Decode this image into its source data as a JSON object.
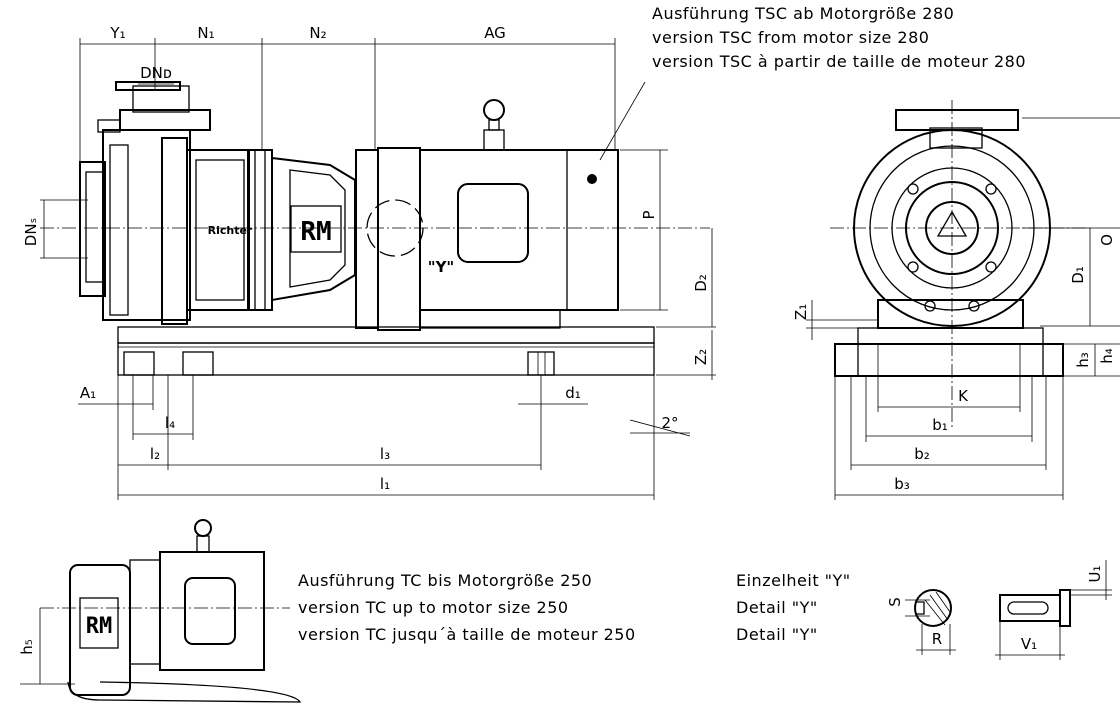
{
  "notes": {
    "tsc": [
      "Ausführung TSC ab Motorgröße 280",
      "version TSC from motor size 280",
      "version TSC à partir de taille de moteur 280"
    ],
    "tc": [
      "Ausführung TC bis Motorgröße 250",
      "version TC up to motor size 250",
      "version TC jusqu´à taille de moteur 250"
    ],
    "detail": [
      "Einzelheit \"Y\"",
      "Detail \"Y\"",
      "Detail \"Y\""
    ]
  },
  "dims": {
    "y1": "Y₁",
    "n1": "N₁",
    "n2": "N₂",
    "ag": "AG",
    "dnd": "DNᴅ",
    "dns": "DNₛ",
    "p": "P",
    "d2": "D₂",
    "z2": "Z₂",
    "a1": "A₁",
    "d1": "d₁",
    "angle": "2°",
    "l4": "l₄",
    "l2": "l₂",
    "l3": "l₃",
    "l1": "l₁",
    "y_mark": "\"Y\"",
    "o": "O",
    "d1cap": "D₁",
    "z1": "Z₁",
    "h3": "h₃",
    "h4": "h₄",
    "k": "K",
    "b1": "b₁",
    "b2": "b₂",
    "b3": "b₃",
    "h5": "h₅",
    "s": "S",
    "r": "R",
    "u1": "U₁",
    "v1": "V₁"
  },
  "logo": {
    "rm": "RM",
    "brand": "Richter"
  },
  "icons": [
    "eyebolt-icon",
    "terminal-box-icon",
    "shaft-keyway-icon"
  ]
}
